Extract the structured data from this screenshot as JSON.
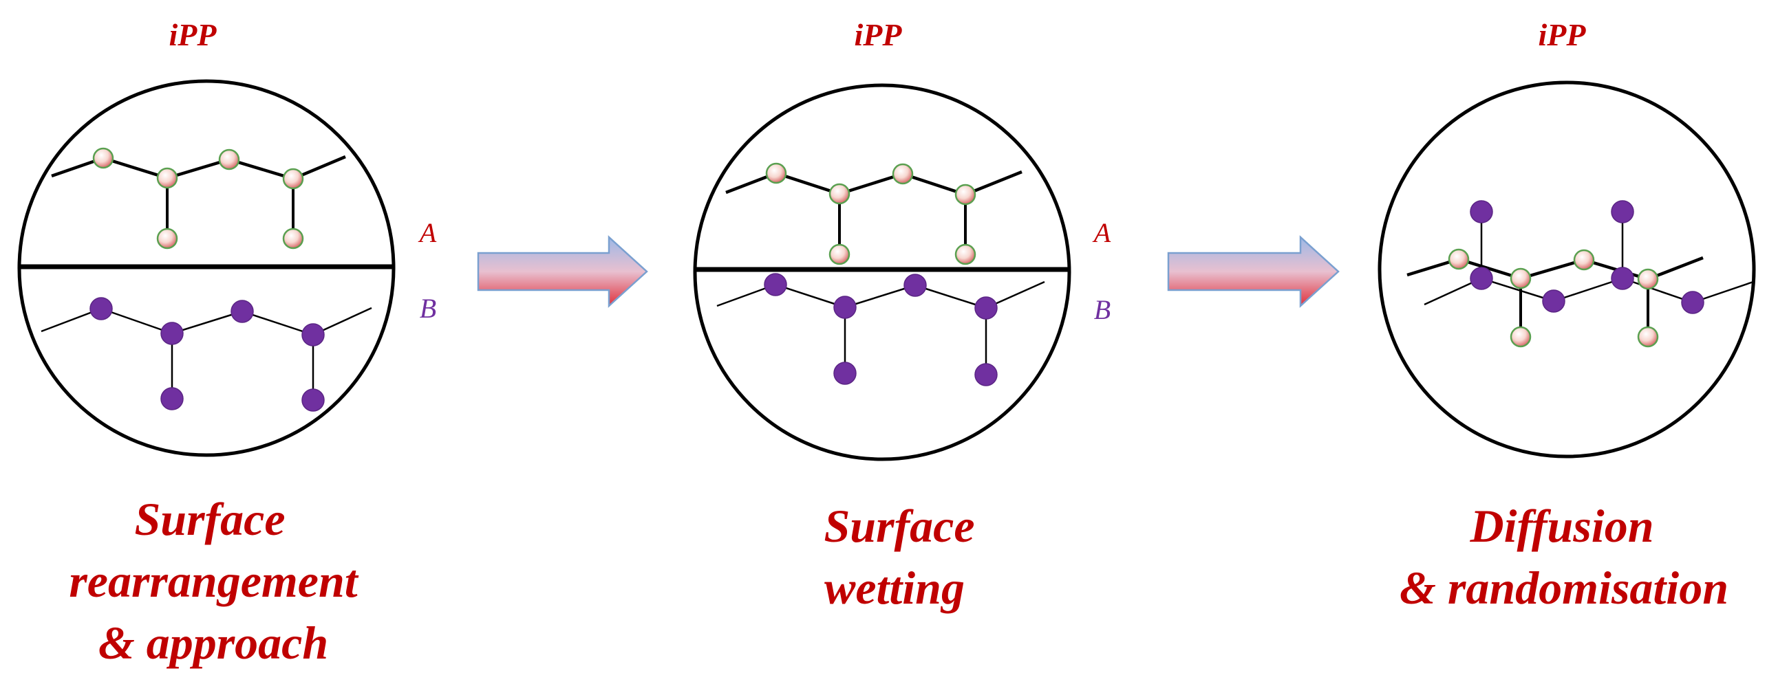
{
  "panels": [
    {
      "id": "approach",
      "material_label": "iPP",
      "caption_lines": [
        "Surface",
        "rearrangement",
        "& approach"
      ],
      "layer_labels": {
        "a": "A",
        "b": "B"
      }
    },
    {
      "id": "wetting",
      "material_label": "iPP",
      "caption_lines": [
        "Surface",
        "wetting"
      ],
      "layer_labels": {
        "a": "A",
        "b": "B"
      }
    },
    {
      "id": "diffusion",
      "material_label": "iPP",
      "caption_lines": [
        "Diffusion",
        "& randomisation"
      ]
    }
  ],
  "colors": {
    "caption": "#c00000",
    "layer_a": "#c00000",
    "layer_b": "#7030a0",
    "bead_a_core": "#ffffff",
    "bead_a_edge": "#d86a6a",
    "bead_a_outline": "#5aa050",
    "bead_b": "#7030a0",
    "arrow_top": "#9db8e6",
    "arrow_bottom": "#e0303a"
  }
}
